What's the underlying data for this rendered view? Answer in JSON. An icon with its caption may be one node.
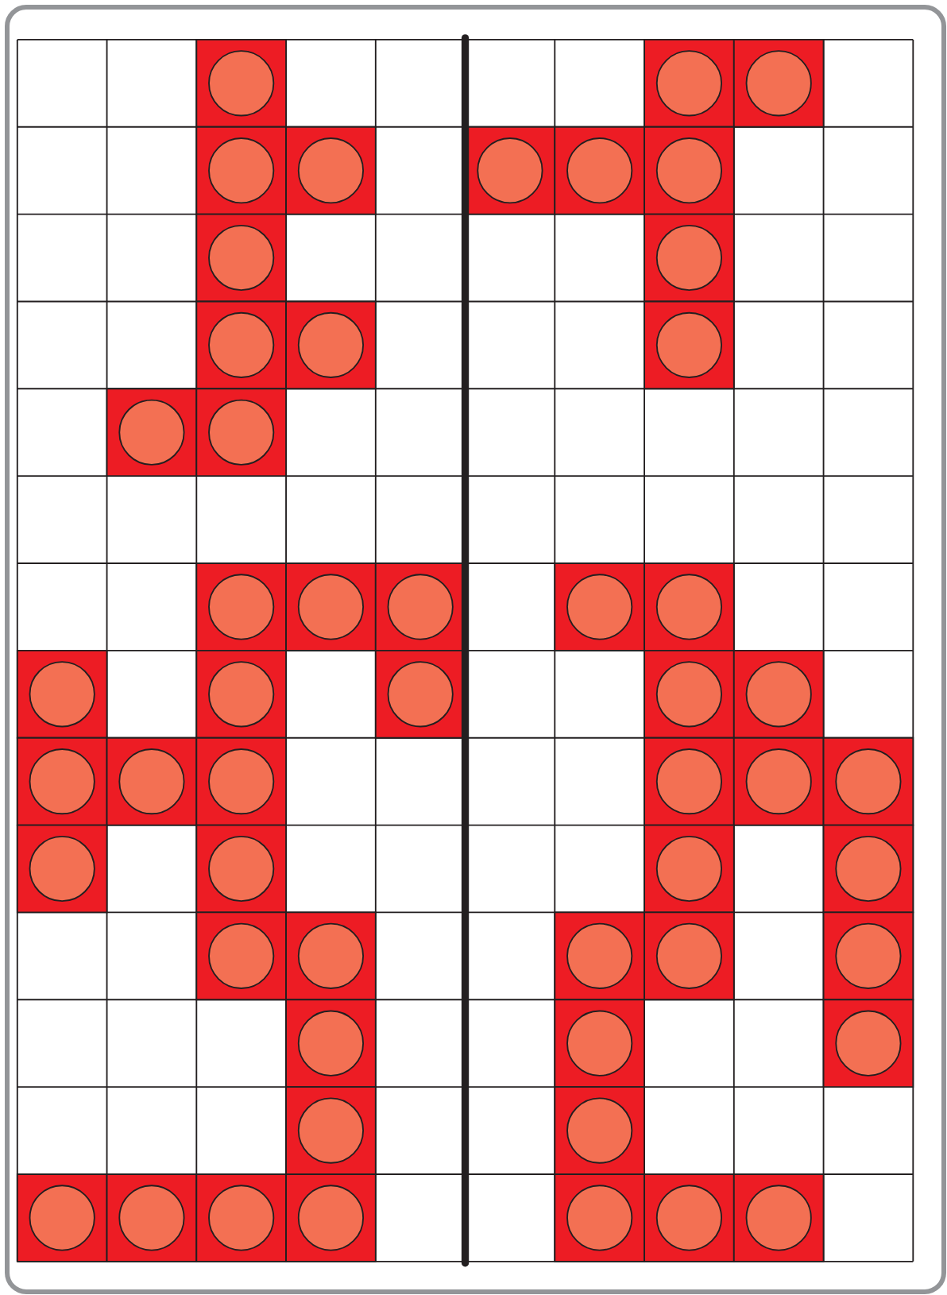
{
  "diagram": {
    "nodes": [
      {
        "text": [],
        "shape": "circle"
      },
      {
        "text": [],
        "shape": "circle"
      },
      {
        "text": [],
        "shape": "circle"
      },
      {
        "text": [],
        "shape": "circle"
      },
      {
        "text": [],
        "shape": "circle"
      },
      {
        "text": [],
        "shape": "circle"
      },
      {
        "text": [],
        "shape": "circle"
      },
      {
        "text": [],
        "shape": "circle"
      },
      {
        "text": [],
        "shape": "circle"
      },
      {
        "text": [],
        "shape": "circle"
      },
      {
        "text": [],
        "shape": "circle"
      },
      {
        "text": [],
        "shape": "circle"
      },
      {
        "text": [],
        "shape": "circle"
      },
      {
        "text": [],
        "shape": "circle"
      },
      {
        "text": [],
        "shape": "circle"
      },
      {
        "text": [],
        "shape": "circle"
      },
      {
        "text": [],
        "shape": "circle"
      },
      {
        "text": [],
        "shape": "circle"
      },
      {
        "text": [],
        "shape": "circle"
      },
      {
        "text": [],
        "shape": "circle"
      },
      {
        "text": [],
        "shape": "circle"
      },
      {
        "text": [],
        "shape": "circle"
      },
      {
        "text": [],
        "shape": "circle"
      },
      {
        "text": [],
        "shape": "circle"
      },
      {
        "text": [],
        "shape": "circle"
      },
      {
        "text": [],
        "shape": "circle"
      },
      {
        "text": [],
        "shape": "circle"
      },
      {
        "text": [],
        "shape": "circle"
      },
      {
        "text": [],
        "shape": "circle"
      },
      {
        "text": [],
        "shape": "circle"
      },
      {
        "text": [],
        "shape": "circle"
      },
      {
        "text": [],
        "shape": "circle"
      },
      {
        "text": [],
        "shape": "circle"
      },
      {
        "text": [],
        "shape": "circle"
      },
      {
        "text": [],
        "shape": "circle"
      },
      {
        "text": [],
        "shape": "circle"
      },
      {
        "text": [],
        "shape": "circle"
      },
      {
        "text": [],
        "shape": "circle"
      },
      {
        "text": [],
        "shape": "circle"
      },
      {
        "text": [],
        "shape": "circle"
      },
      {
        "text": [],
        "shape": "circle"
      },
      {
        "text": [],
        "shape": "circle"
      },
      {
        "text": [],
        "shape": "circle"
      },
      {
        "text": [],
        "shape": "circle"
      },
      {
        "text": [],
        "shape": "circle"
      },
      {
        "text": [],
        "shape": "circle"
      },
      {
        "text": [],
        "shape": "circle"
      },
      {
        "text": [],
        "shape": "circle"
      },
      {
        "text": [],
        "shape": "circle"
      },
      {
        "text": [],
        "shape": "circle"
      },
      {
        "text": [],
        "shape": "circle"
      },
      {
        "text": [],
        "shape": "circle"
      }
    ]
  }
}
